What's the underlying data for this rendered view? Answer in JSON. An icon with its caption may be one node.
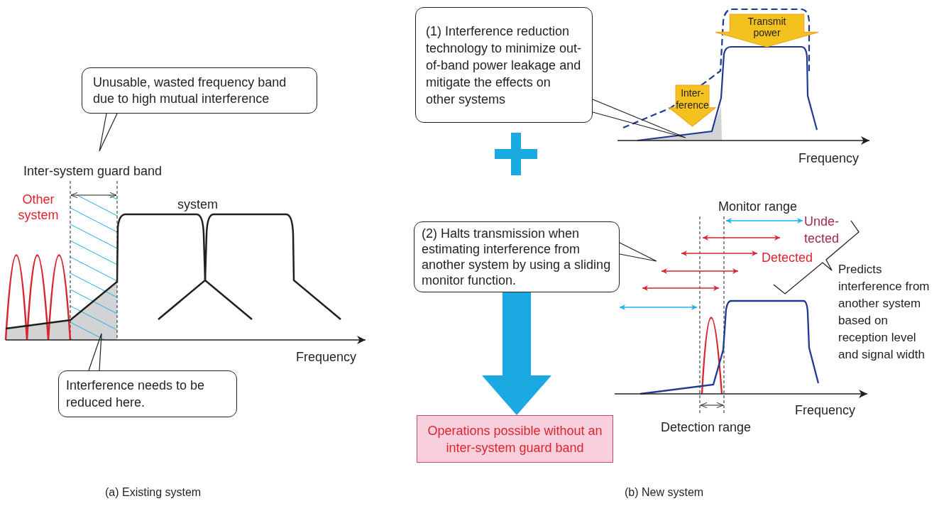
{
  "diagram": {
    "nodes": [
      {
        "text": [
          "Unusable, wasted frequency band due to high mutual interference"
        ]
      },
      {
        "text": [
          "Interference needs to be reduced here."
        ]
      },
      {
        "text": [
          "(1) Interference reduction technology to minimize out-of-band power leakage and mitigate the effects on other systems"
        ]
      },
      {
        "text": [
          "(2) Halts transmission when estimating interference from another system by using a sliding monitor function."
        ]
      },
      {
        "text": [
          "Operations possible without an inter-system guard band"
        ]
      },
      {
        "text": [
          "Transmit power"
        ]
      },
      {
        "text": [
          "Inter- ference"
        ]
      },
      {
        "text": [],
        "shape": "polygon"
      },
      {
        "text": [],
        "shape": "polygon"
      }
    ],
    "edges": [
      {
        "from": 3,
        "to": 4,
        "arrow": "to",
        "style": "thick",
        "color": "#1ba9e1"
      },
      {
        "from": 1,
        "to": 7,
        "arrow": "none"
      },
      {
        "from": 2,
        "to": 8,
        "arrow": "none"
      }
    ],
    "labels": [
      "Inter-system guard band",
      "Other system",
      "system",
      "Frequency",
      "Frequency",
      "Monitor range",
      "Unde- tected",
      "Detected",
      "Predicts interference from another system based on reception level and signal width",
      "Frequency",
      "Detection range",
      "(a) Existing system",
      "(b) New system"
    ]
  }
}
